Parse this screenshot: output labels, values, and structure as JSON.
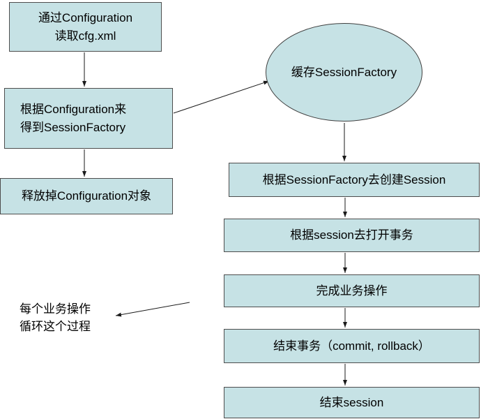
{
  "diagram": {
    "type": "flowchart",
    "nodes": [
      {
        "id": "read-config",
        "shape": "rect",
        "label": "通过Configuration\n读取cfg.xml"
      },
      {
        "id": "get-sessionfactory",
        "shape": "rect",
        "label": "根据Configuration来\n得到SessionFactory"
      },
      {
        "id": "release-config",
        "shape": "rect",
        "label": "释放掉Configuration对象"
      },
      {
        "id": "cache-sessionfactory",
        "shape": "ellipse",
        "label": "缓存SessionFactory"
      },
      {
        "id": "create-session",
        "shape": "rect",
        "label": "根据SessionFactory去创建Session"
      },
      {
        "id": "open-transaction",
        "shape": "rect",
        "label": "根据session去打开事务"
      },
      {
        "id": "complete-business",
        "shape": "rect",
        "label": "完成业务操作"
      },
      {
        "id": "end-transaction",
        "shape": "rect",
        "label": "结束事务（commit, rollback）"
      },
      {
        "id": "end-session",
        "shape": "rect",
        "label": "结束session"
      }
    ],
    "edges": [
      {
        "from": "read-config",
        "to": "get-sessionfactory"
      },
      {
        "from": "get-sessionfactory",
        "to": "release-config"
      },
      {
        "from": "get-sessionfactory",
        "to": "cache-sessionfactory"
      },
      {
        "from": "cache-sessionfactory",
        "to": "create-session"
      },
      {
        "from": "create-session",
        "to": "open-transaction"
      },
      {
        "from": "open-transaction",
        "to": "complete-business"
      },
      {
        "from": "complete-business",
        "to": "end-transaction"
      },
      {
        "from": "end-transaction",
        "to": "end-session"
      }
    ],
    "annotation": {
      "label": "每个业务操作\n循环这个过程"
    },
    "colors": {
      "node_fill": "#c6e2e5",
      "node_border": "#4d4d4d",
      "arrow": "#1a1a1a",
      "text": "#000000",
      "background": "#ffffff"
    }
  }
}
